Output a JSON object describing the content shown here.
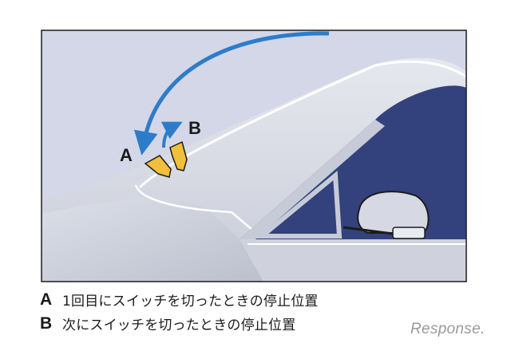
{
  "callouts": {
    "a": "A",
    "b": "B"
  },
  "legend": [
    {
      "key": "A",
      "text": "1回目にスイッチを切ったときの停止位置"
    },
    {
      "key": "B",
      "text": "次にスイッチを切ったときの停止位置"
    }
  ],
  "logo": {
    "text": "Response."
  },
  "colors": {
    "sky": "#d3d7e8",
    "body": "#d8dbe4",
    "window": "#33427d",
    "arrow": "#2d7cc9",
    "wiper": "#f0c03a",
    "frame": "#1c1c1c"
  }
}
